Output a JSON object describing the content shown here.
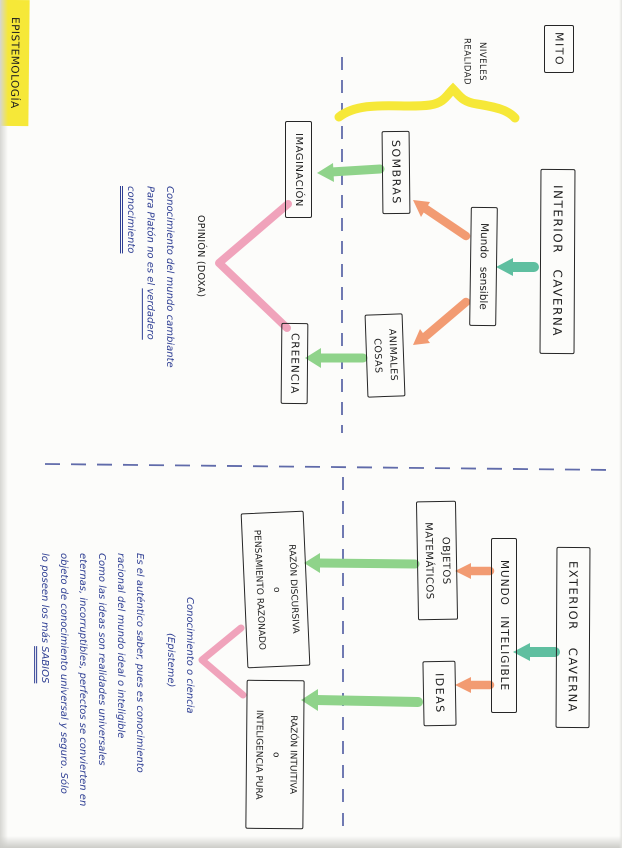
{
  "colors": {
    "ink": "#1f1f1f",
    "ink_blue": "#2e3e93",
    "dash_blue": "#44519b",
    "yellow": "#f6e838",
    "teal": "#5fbfa0",
    "orange": "#f29b72",
    "green": "#8fd38a",
    "pink": "#f0a3bb"
  },
  "header": {
    "mito": "MITO",
    "niveles_line1": "NIVELES",
    "niveles_line2": "REALIDAD",
    "epistemologia": "EPISTEMOLOGÍA"
  },
  "myth": {
    "interior_caverna": "INTERIOR CAVERNA",
    "mundo_sensible": "Mundo sensible",
    "sombras": "SOMBRAS",
    "animales_line1": "ANIMALES",
    "animales_line2": "COSAS",
    "imaginacion": "IMAGINACIÓN",
    "creencia": "CREENCIA",
    "opinion": "OPINIÓN (DOXA)",
    "note_line1": "Conocimiento del mundo cambiante",
    "note_line2_pre": "Para Platón no es el ",
    "note_line2_underlined": "verdadero",
    "note_line3": "conocimiento"
  },
  "episteme": {
    "exterior_caverna": "EXTERIOR CAVERNA",
    "mundo_inteligible": "MUNDO INTELIGIBLE",
    "objetos_line1": "OBJETOS",
    "objetos_line2": "MATEMÁTICOS",
    "ideas": "IDEAS",
    "razon_discursiva_line1": "RAZÓN DISCURSIVA",
    "razon_discursiva_line2": "o",
    "razon_discursiva_line3": "PENSAMIENTO RAZONADO",
    "razon_intuitiva_line1": "RAZÓN INTUITIVA",
    "razon_intuitiva_line2": "o",
    "razon_intuitiva_line3": "INTELIGENCIA PURA",
    "ciencia_line1": "Conocimiento o ciencia",
    "ciencia_line2": "(Episteme)",
    "note_line1": "Es el auténtico saber, pues es conocimiento",
    "note_line2": "racional del mundo ideal o inteligible",
    "note_line3": "Como las ideas son realidades universales",
    "note_line4": "eternas, incorruptibles, perfectos se convierten en",
    "note_line5": "objeto de conocimiento universal y seguro. Sólo",
    "note_line6_pre": "lo poseen los más ",
    "note_line6_underlined": "SABIOS"
  }
}
